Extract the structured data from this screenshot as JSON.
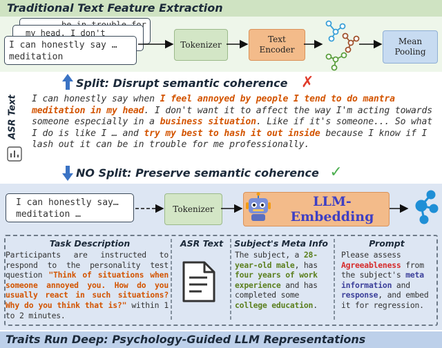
{
  "top": {
    "title": "Traditional Text Feature Extraction",
    "card_back": "be in trouble for",
    "card_mid": "my head. I don't",
    "card_front_1": "I can honestly say …",
    "card_front_2": "meditation",
    "tokenizer": "Tokenizer",
    "encoder_1": "Text",
    "encoder_2": "Encoder",
    "pooling_1": "Mean",
    "pooling_2": "Pooling"
  },
  "split": {
    "label": "Split: Disrupt semantic coherence",
    "mark": "✗"
  },
  "asr": {
    "side_label": "ASR Text",
    "t1": "I can honestly say when ",
    "h1": "I feel annoyed by people I tend to do mantra meditation in my head",
    "t2": ". I don't want it to affect the way I'm acting towards someone especially in a ",
    "h2": "business situation",
    "t3": ". Like if it's someone... So what I do is like I … and ",
    "h3": "try my best to hash it out inside",
    "t4": " because I know if I lash out it can be in trouble for me professionally."
  },
  "nosplit": {
    "label": "NO Split: Preserve semantic coherence",
    "mark": "✓"
  },
  "bottom": {
    "input_1": "I can honestly say…",
    "input_2": "meditation …",
    "tokenizer": "Tokenizer",
    "llm": "LLM-Embedding",
    "task": {
      "title": "Task Description",
      "t1": "Participants are instructed to respond to the personality test question ",
      "h1": "\"Think of situations when someone annoyed you. How do you usually react in such situations? Why do you think that is?\"",
      "t2": " within 1 to 2 minutes."
    },
    "asr_title": "ASR Text",
    "meta": {
      "title": "Subject's Meta Info",
      "t1": "The subject, a ",
      "h1": "28-year-old male",
      "t2": ", has ",
      "h2": "four years of work experience",
      "t3": " and has completed some ",
      "h3": "college education",
      "t4": "."
    },
    "prompt": {
      "title": "Prompt",
      "t1": "Please assess ",
      "h1": "Agreeableness",
      "t2": " from the subject's ",
      "h2": "meta information",
      "t3": " and ",
      "h3": "response",
      "t4": ", and embed it for regression."
    }
  },
  "footer": {
    "title": "Traits Run Deep: Psychology-Guided LLM Representations"
  },
  "colors": {
    "green_bar": "#cfe3c2",
    "blue_panel": "#dde6f3",
    "orange": "#d35400",
    "green": "#5b7f1e",
    "red": "#d62b2b",
    "purple": "#3b3f9a"
  }
}
